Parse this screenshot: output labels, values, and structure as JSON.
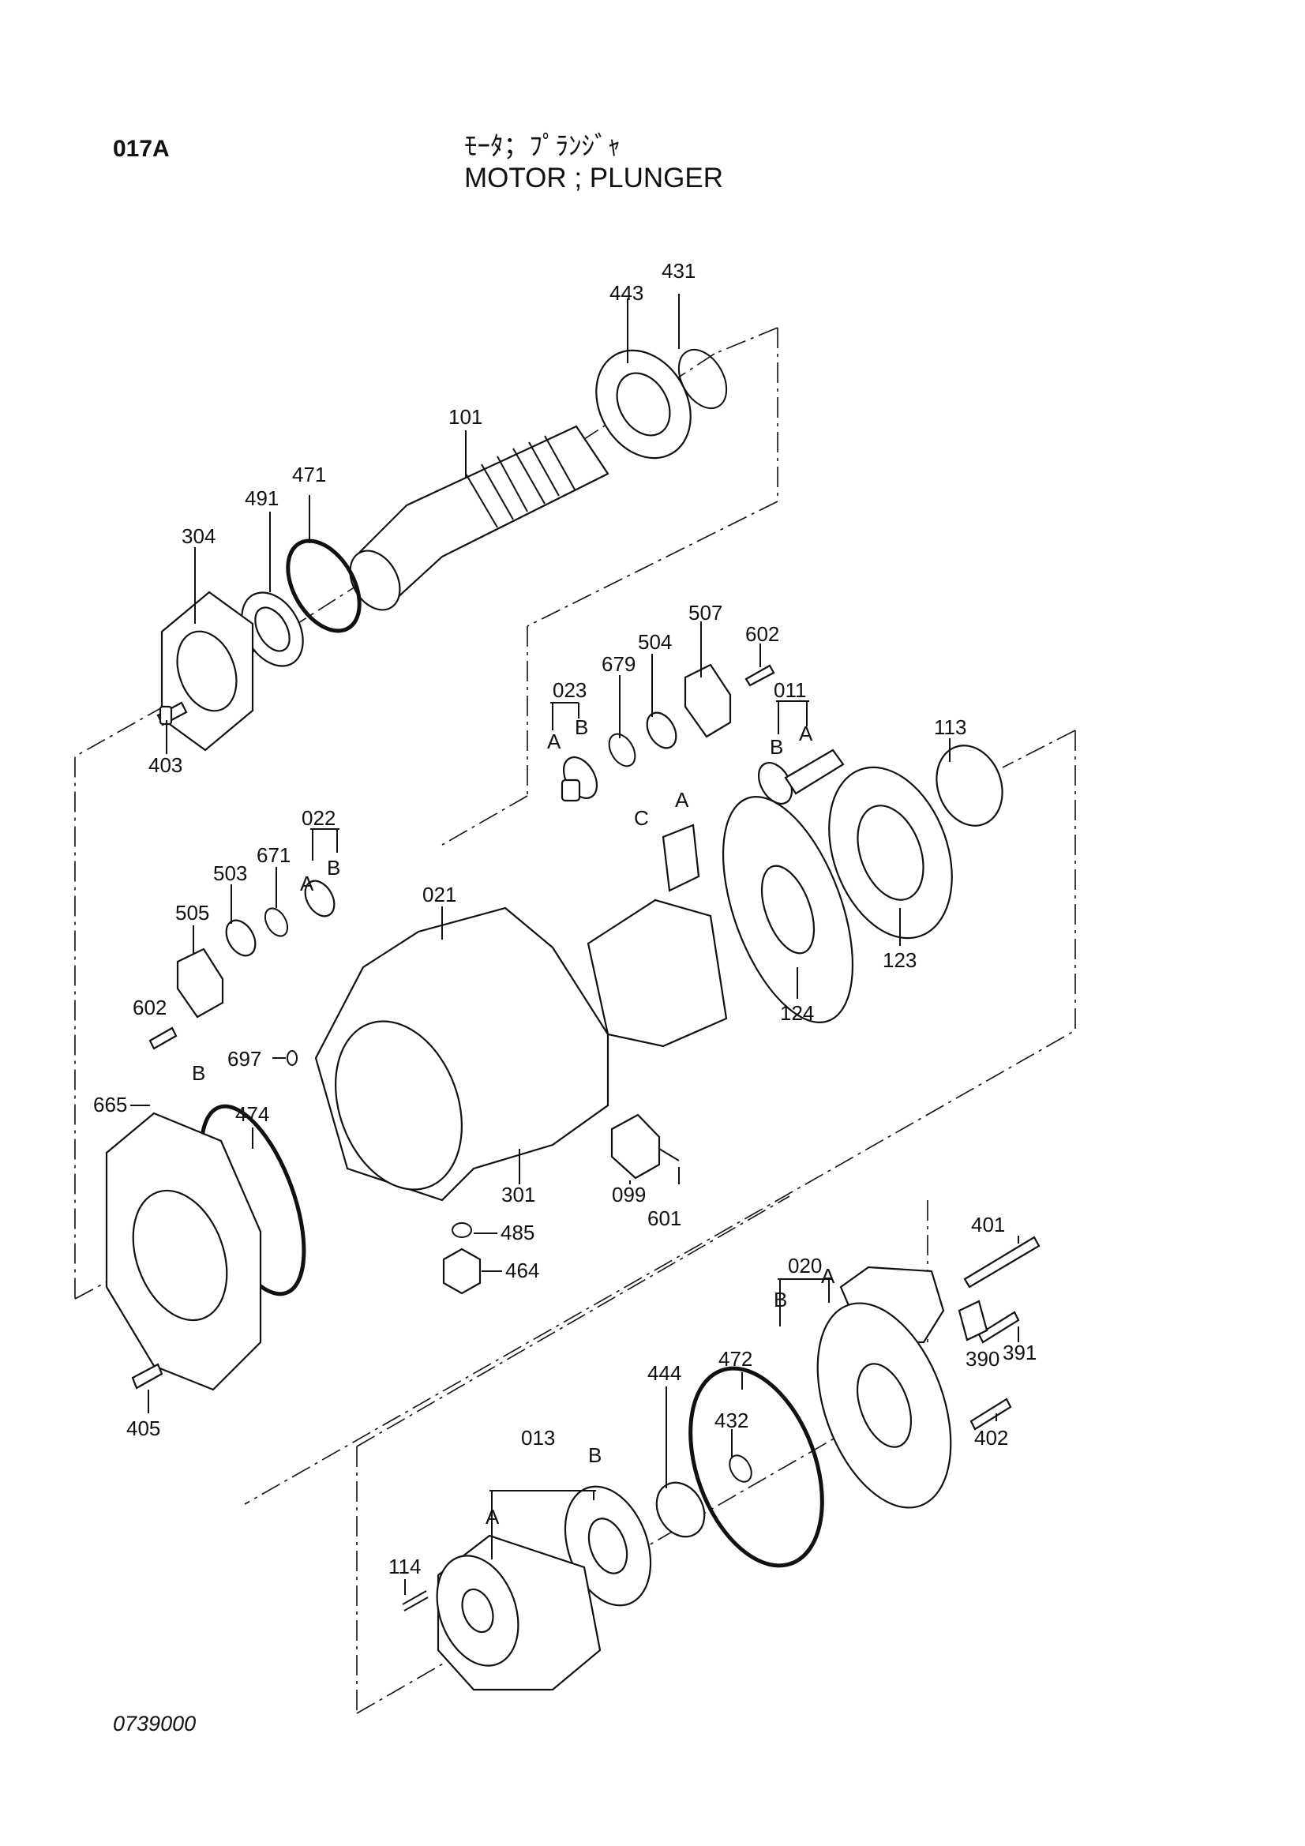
{
  "header": {
    "page_code": "017A",
    "title_jp": "ﾓｰﾀ；ﾌﾟﾗﾝｼﾞｬ",
    "title_en": "MOTOR ; PLUNGER"
  },
  "footer": {
    "drawing_number": "0739000"
  },
  "callouts": {
    "p431": "431",
    "p443": "443",
    "p101": "101",
    "p471": "471",
    "p491": "491",
    "p304": "304",
    "p403": "403",
    "p507": "507",
    "p602a": "602",
    "p504": "504",
    "p679": "679",
    "p023": "023",
    "p011": "011",
    "p113": "113",
    "p022": "022",
    "p671": "671",
    "p503": "503",
    "p505": "505",
    "p021": "021",
    "p602b": "602",
    "p123": "123",
    "p124": "124",
    "p697": "697",
    "p665": "665",
    "p474": "474",
    "p301": "301",
    "p099": "099",
    "p601": "601",
    "p485": "485",
    "p464": "464",
    "p405": "405",
    "p401": "401",
    "p020": "020",
    "p472": "472",
    "p444": "444",
    "p391": "391",
    "p390": "390",
    "p432": "432",
    "p013": "013",
    "p402": "402",
    "p114": "114"
  },
  "letters": {
    "a023": "A",
    "b023": "B",
    "b011": "B",
    "a011": "A",
    "c": "C",
    "a_link": "A",
    "a022": "A",
    "b022": "B",
    "b_link": "B",
    "b020": "B",
    "a020": "A",
    "a013": "A",
    "b013": "B"
  }
}
